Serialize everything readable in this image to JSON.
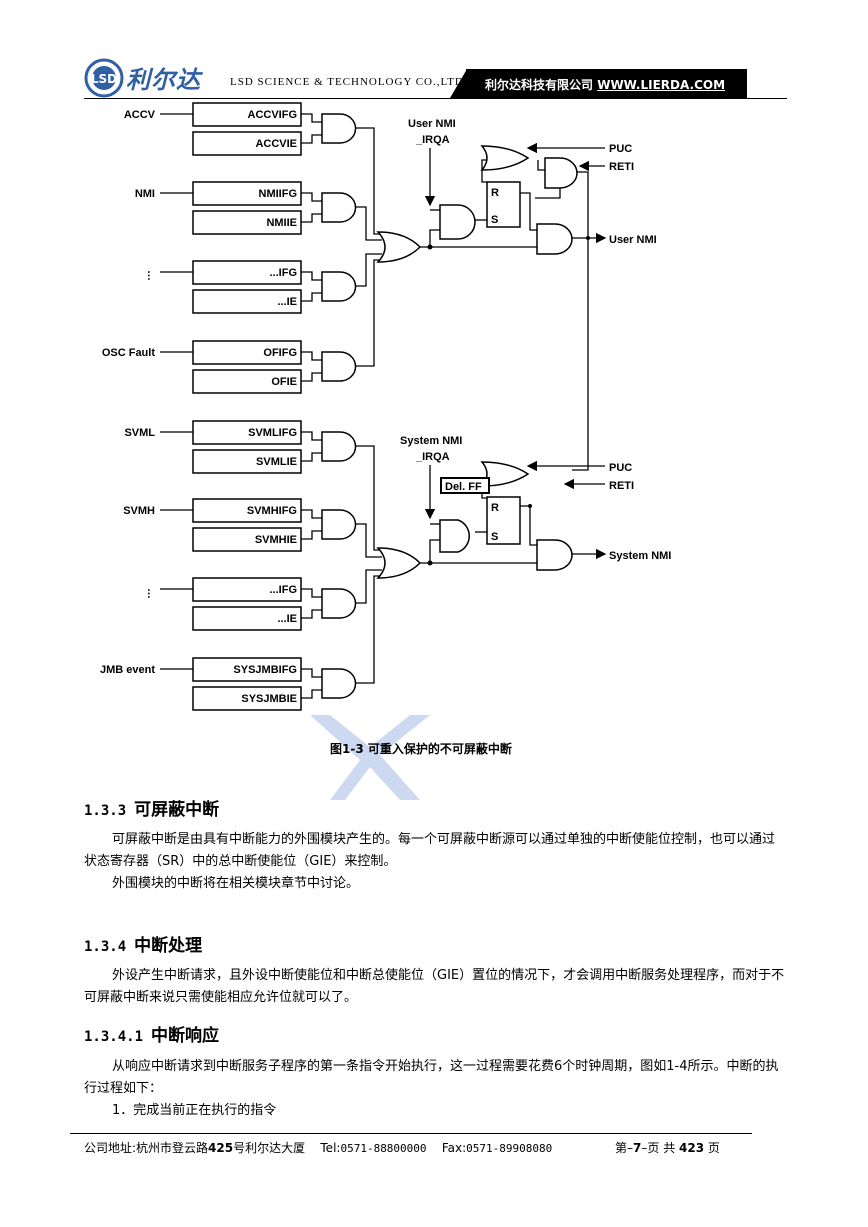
{
  "header": {
    "logo_text": "利尔达",
    "company_en": "LSD SCIENCE & TECHNOLOGY CO.,LTD",
    "company_cn": "利尔达科技有限公司",
    "company_url": "WWW.LIERDA.COM"
  },
  "figure": {
    "inputs": [
      "ACCV",
      "NMI",
      "OSC Fault",
      "SVML",
      "SVMH",
      "JMB event"
    ],
    "ellipsis": "…",
    "flags": [
      "ACCVIFG",
      "ACCVIE",
      "NMIIFG",
      "NMIIE",
      "...IFG",
      "...IE",
      "OFIFG",
      "OFIE",
      "SVMLIFG",
      "SVMLIE",
      "SVMHIFG",
      "SVMHIE",
      "...IFG",
      "...IE",
      "SYSJMBIFG",
      "SYSJMBIE"
    ],
    "user_irqa_line1": "User NMI",
    "user_irqa_line2": "_IRQA",
    "system_irqa_line1": "System NMI",
    "system_irqa_line2": "_IRQA",
    "puc": "PUC",
    "reti": "RETI",
    "ff_r": "R",
    "ff_s": "S",
    "del_ff": "Del. FF",
    "out_user": "User NMI",
    "out_system": "System NMI",
    "caption": "图1-3  可重入保护的不可屏蔽中断"
  },
  "sections": {
    "s133_num": "1.3.3",
    "s133_title": "可屏蔽中断",
    "s133_p1": "可屏蔽中断是由具有中断能力的外围模块产生的。每一个可屏蔽中断源可以通过单独的中断使能位控制，也可以通过状态寄存器（SR）中的总中断使能位（GIE）来控制。",
    "s133_p2": "外围模块的中断将在相关模块章节中讨论。",
    "s134_num": "1.3.4",
    "s134_title": "中断处理",
    "s134_p1": "外设产生中断请求，且外设中断使能位和中断总使能位（GIE）置位的情况下，才会调用中断服务处理程序，而对于不可屏蔽中断来说只需使能相应允许位就可以了。",
    "s1341_num": "1.3.4.1",
    "s1341_title": "中断响应",
    "s1341_p1": "从响应中断请求到中断服务子程序的第一条指令开始执行，这一过程需要花费6个时钟周期，图如1-4所示。中断的执行过程如下：",
    "s1341_item1": "1．完成当前正在执行的指令"
  },
  "footer": {
    "address_label": "公司地址:杭州市登云路",
    "address_num": "425",
    "address_rest": "号利尔达大厦",
    "tel_label": "Tel:",
    "tel": "0571-88800000",
    "fax_label": "Fax:",
    "fax": "0571-89908080",
    "page_prefix": "第",
    "page_num": "7",
    "page_mid": "页 共",
    "page_total": "423",
    "page_suffix": "页"
  }
}
